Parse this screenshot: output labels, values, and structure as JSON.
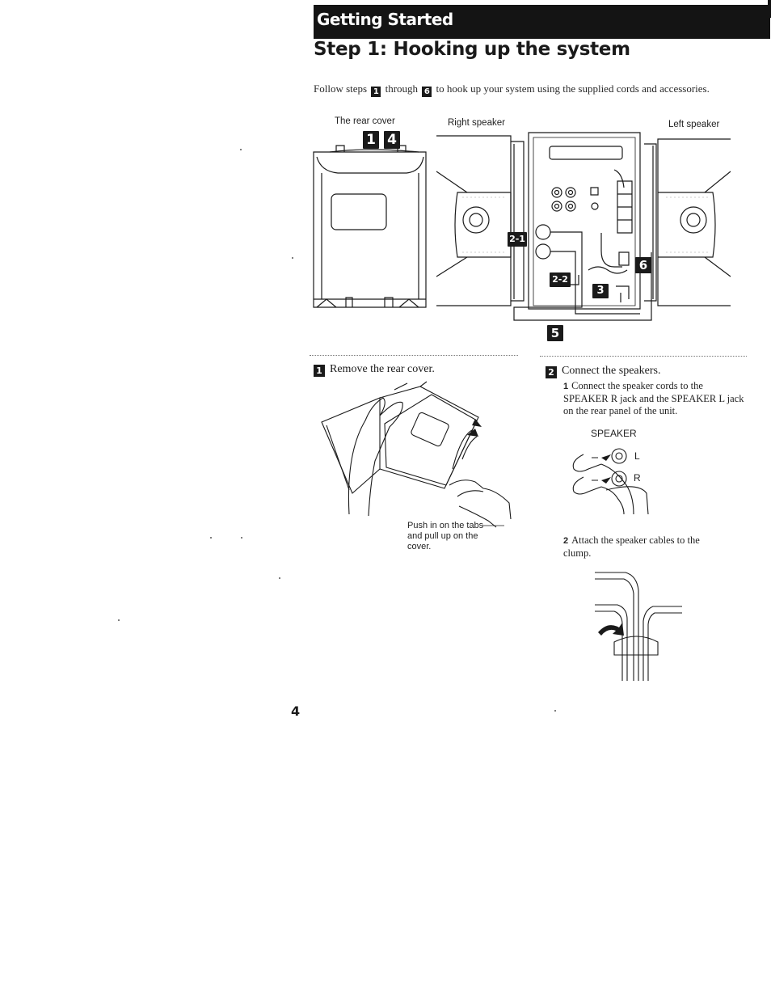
{
  "header": {
    "section": "Getting Started",
    "title": "Step 1: Hooking up the system"
  },
  "intro": {
    "before": "Follow steps",
    "step_from": "1",
    "middle": "through",
    "step_to": "6",
    "after": "to hook up your system using the supplied cords and accessories."
  },
  "diagram": {
    "rear_cover_label": "The rear cover",
    "right_speaker_label": "Right speaker",
    "left_speaker_label": "Left speaker",
    "badges": {
      "b1": "1",
      "b4": "4",
      "b2_1": "2-1",
      "b2_2": "2-2",
      "b3": "3",
      "b5": "5",
      "b6": "6"
    }
  },
  "step1": {
    "number": "1",
    "heading": "Remove the rear cover.",
    "caption": "Push in on the tabs and pull up on the cover."
  },
  "step2": {
    "number": "2",
    "heading": "Connect the speakers.",
    "sub1_num": "1",
    "sub1_text": "Connect the speaker cords to the SPEAKER R jack and the SPEAKER L jack on the rear panel of the unit.",
    "speaker_label": "SPEAKER",
    "jack_l": "L",
    "jack_r": "R",
    "sub2_num": "2",
    "sub2_text": "Attach the speaker cables to the clump."
  },
  "footer": {
    "page_number": "4"
  }
}
